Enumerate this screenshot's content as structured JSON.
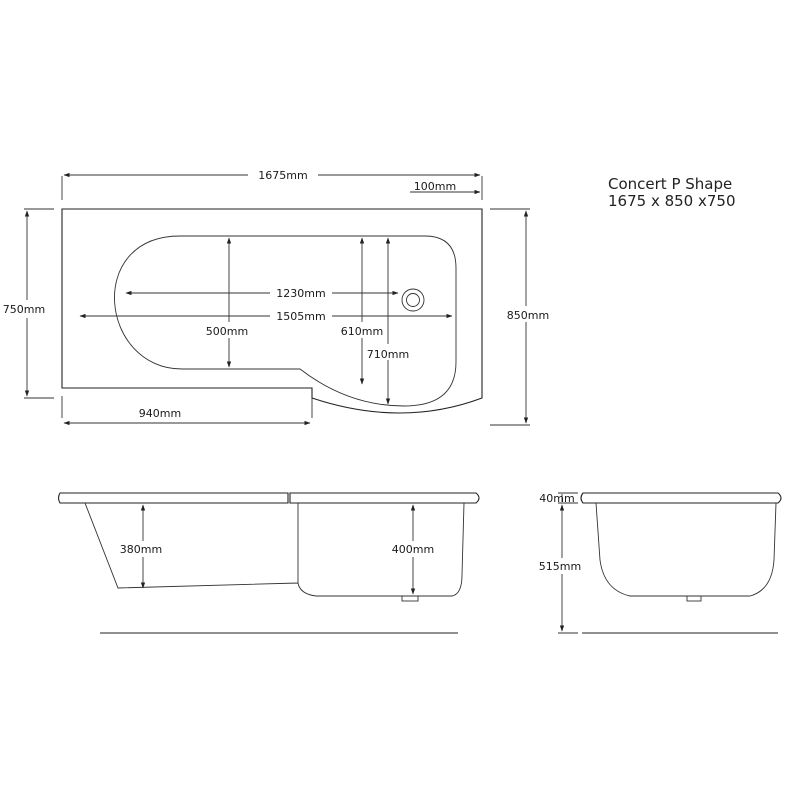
{
  "title": {
    "line1": "Concert P Shape",
    "line2": "1675 x 850 x750"
  },
  "plan_view": {
    "overall_length": "1675mm",
    "deck_step": "100mm",
    "left_width": "750mm",
    "right_width": "850mm",
    "inner_straight": "1230mm",
    "inner_length": "1505mm",
    "narrow_inner_width": "500mm",
    "wide_inner_width": "610mm",
    "curved_inner_width": "710mm",
    "straight_section": "940mm"
  },
  "side_view": {
    "left_depth": "380mm",
    "right_depth": "400mm"
  },
  "end_view": {
    "rim_thickness": "40mm",
    "body_height": "515mm"
  },
  "colors": {
    "ink": "#222222",
    "background": "#ffffff"
  }
}
